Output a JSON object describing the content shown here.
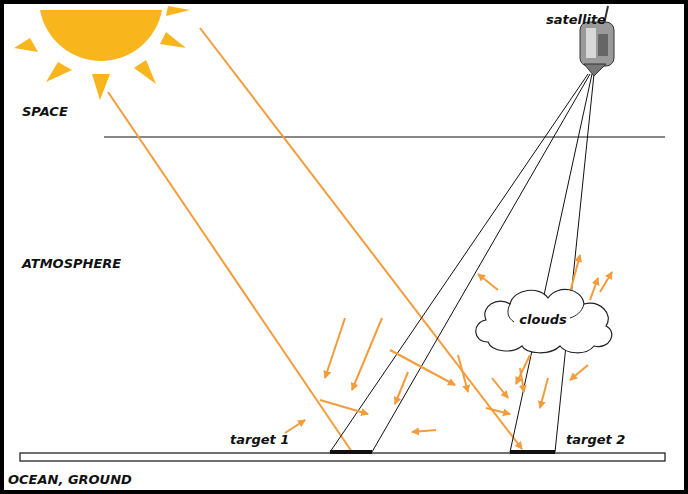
{
  "diagram": {
    "nodes": [
      {
        "text": [
          "clouds"
        ]
      }
    ],
    "labels": [
      "SPACE",
      "ATMOSPHERE",
      "satellite",
      "target 1",
      "target 2",
      "OCEAN, GROUND"
    ]
  }
}
